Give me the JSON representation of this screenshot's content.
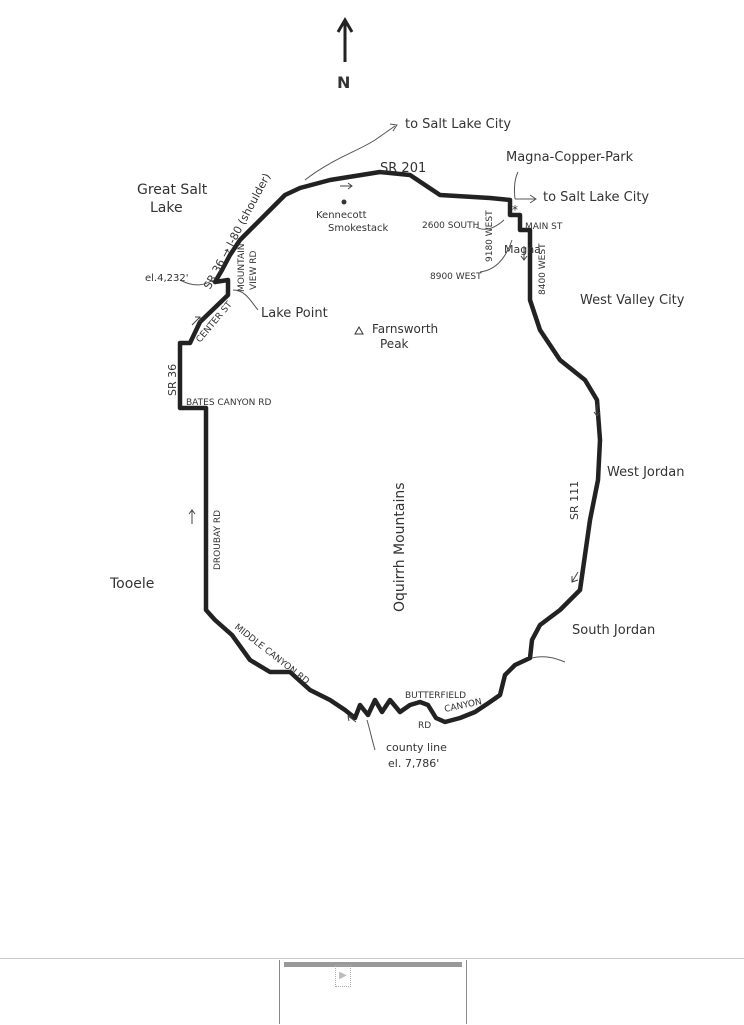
{
  "compass": {
    "label": "N"
  },
  "labels": {
    "to_slc_1": "to Salt Lake City",
    "to_slc_2": "to Salt Lake City",
    "sr201": "SR 201",
    "magna_copper_park": "Magna-Copper-Park",
    "great_salt_lake_1": "Great Salt",
    "great_salt_lake_2": "Lake",
    "i80": "SR 36 → I-80 (shoulder)",
    "kennecott_1": "Kennecott",
    "kennecott_2": "Smokestack",
    "s2600": "2600 SOUTH",
    "w9180": "9180 WEST",
    "main_st": "MAIN ST",
    "magna": "Magna",
    "w8900": "8900 WEST",
    "w8400": "8400 WEST",
    "elev_start": "el.4,232'",
    "mountain_view_1": "MOUNTAIN",
    "mountain_view_2": "VIEW RD",
    "lake_point": "Lake Point",
    "center_st": "CENTER ST",
    "west_valley": "West Valley City",
    "farnsworth_1": "Farnsworth",
    "farnsworth_2": "Peak",
    "sr36": "SR 36",
    "bates": "BATES CANYON RD",
    "west_jordan": "West Jordan",
    "sr111": "SR 111",
    "oquirrh": "Oquirrh Mountains",
    "droubay": "DROUBAY RD",
    "tooele": "Tooele",
    "south_jordan": "South Jordan",
    "middle_canyon": "MIDDLE CANYON RD",
    "butterfield_1": "BUTTERFIELD",
    "butterfield_2": "CANYON",
    "butterfield_3": "RD",
    "county_line": "county line",
    "elev_summit": "el. 7,786'"
  }
}
